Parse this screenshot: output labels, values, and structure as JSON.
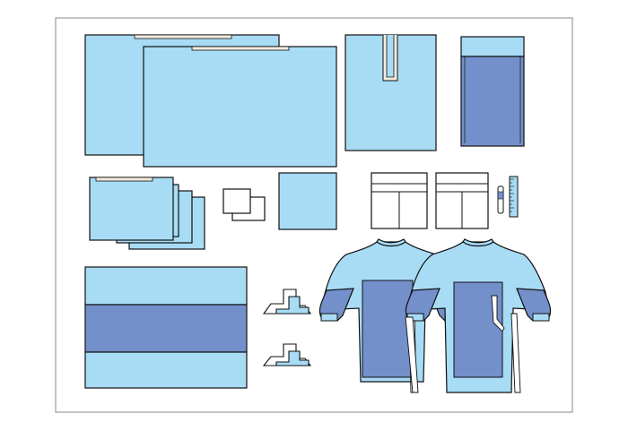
{
  "colors": {
    "light_blue": "#a8dcf5",
    "medium_blue": "#7390cb",
    "outline": "#111111",
    "frame": "#888888",
    "white": "#ffffff",
    "cream": "#f3ede0"
  },
  "items": [
    {
      "name": "drape-sheet-small",
      "icon": "drape-icon"
    },
    {
      "name": "drape-sheet-large",
      "icon": "drape-icon"
    },
    {
      "name": "split-drape",
      "icon": "split-drape-icon"
    },
    {
      "name": "mayo-stand-cover",
      "icon": "mayo-cover-icon"
    },
    {
      "name": "towel-stack",
      "icon": "towel-icon"
    },
    {
      "name": "gauze-pads",
      "icon": "gauze-icon"
    },
    {
      "name": "absorbent-towel",
      "icon": "towel-icon"
    },
    {
      "name": "utility-pouch",
      "icon": "pouch-icon"
    },
    {
      "name": "utility-pouch",
      "icon": "pouch-icon"
    },
    {
      "name": "marker-pen",
      "icon": "pen-icon"
    },
    {
      "name": "ruler",
      "icon": "ruler-icon"
    },
    {
      "name": "table-cover",
      "icon": "table-cover-icon"
    },
    {
      "name": "cord-holder",
      "icon": "tube-holder-icon"
    },
    {
      "name": "cord-holder",
      "icon": "tube-holder-icon"
    },
    {
      "name": "surgical-gown",
      "icon": "gown-icon"
    },
    {
      "name": "surgical-gown",
      "icon": "gown-icon"
    }
  ]
}
